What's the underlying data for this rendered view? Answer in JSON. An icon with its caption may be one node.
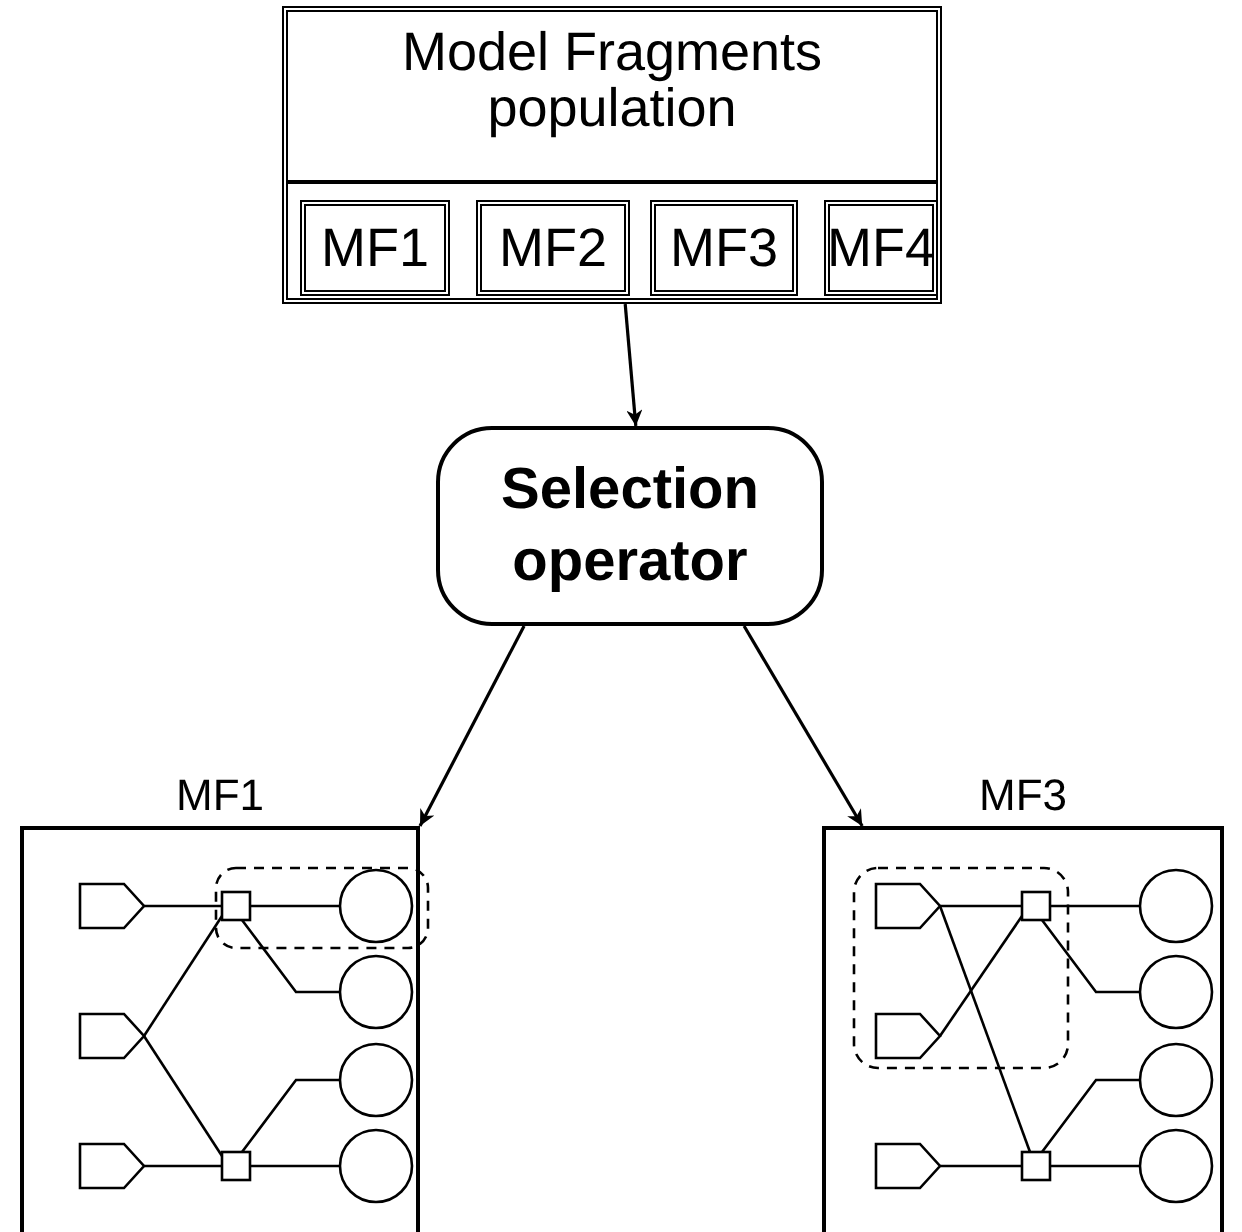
{
  "diagram": {
    "nodes": [
      {
        "text": [
          "Model Fragments population"
        ]
      },
      {
        "text": [
          "MF1"
        ],
        "in": 0
      },
      {
        "text": [
          "MF2"
        ],
        "in": 0
      },
      {
        "text": [
          "MF3"
        ],
        "in": 0
      },
      {
        "text": [
          "MF4"
        ],
        "in": 0
      },
      {
        "text": [
          "Selection operator"
        ]
      },
      {
        "text": [
          "MF1"
        ]
      },
      {
        "text": [
          "MF3"
        ]
      }
    ],
    "edges": [
      {
        "from": 0,
        "to": 5,
        "arrow": "to"
      },
      {
        "from": 5,
        "to": 6,
        "arrow": "to"
      },
      {
        "from": 5,
        "to": 7,
        "arrow": "to"
      }
    ]
  }
}
